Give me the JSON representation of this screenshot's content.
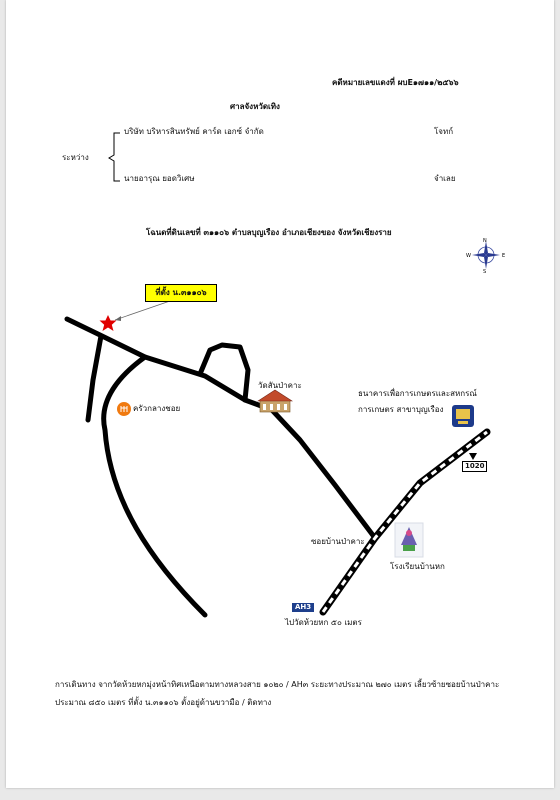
{
  "header": {
    "case_no": "คดีหมายเลขแดงที่ ผบE๑๗๑๑/๒๕๖๖",
    "court": "ศาลจังหวัดเทิง"
  },
  "parties": {
    "between_label": "ระหว่าง",
    "plaintiff_name": "บริษัท บริหารสินทรัพย์ คาร์ด เอกซ์ จำกัด",
    "plaintiff_role": "โจทก์",
    "defendant_name": "นายอารุณ ยอดวิเศษ",
    "defendant_role": "จำเลย"
  },
  "map_title": "โฉนดที่ดินเลขที่ ๓๑๑๐๖ ตำบลบุญเรือง อำเภอเชียงของ จังหวัดเชียงราย",
  "compass": {
    "n": "N",
    "s": "S",
    "e": "E",
    "w": "W"
  },
  "map": {
    "pin_label": "ที่ตั้ง น.๓๑๑๐๖",
    "temple": "วัดสันป่าคาะ",
    "cafe": "ครัวกลางชอย",
    "bank_line1": "ธนาคารเพื่อการเกษตรและสหกรณ์",
    "bank_line2": "การเกษตร สาขาบุญเรือง",
    "junction": "ซอยบ้านป่าคาะ",
    "school": "โรงเรียนบ้านหก",
    "highway_badge": "AH3",
    "highway_note": "ไปวัดห้วยหก ๕๐ เมตร",
    "route_no": "1020"
  },
  "directions": {
    "line1": "การเดินทาง จากวัดห้วยหกมุ่งหน้าทิศเหนือตามทางหลวงสาย ๑๐๒๐ / AH๓ ระยะทางประมาณ ๒๗๐ เมตร เลี้ยวซ้ายซอยบ้านป่าคาะ",
    "line2": "ประมาณ ๘๕๐ เมตร ที่ตั้ง น.๓๑๑๐๖ ตั้งอยู่ด้านขวามือ / ติดทาง"
  }
}
